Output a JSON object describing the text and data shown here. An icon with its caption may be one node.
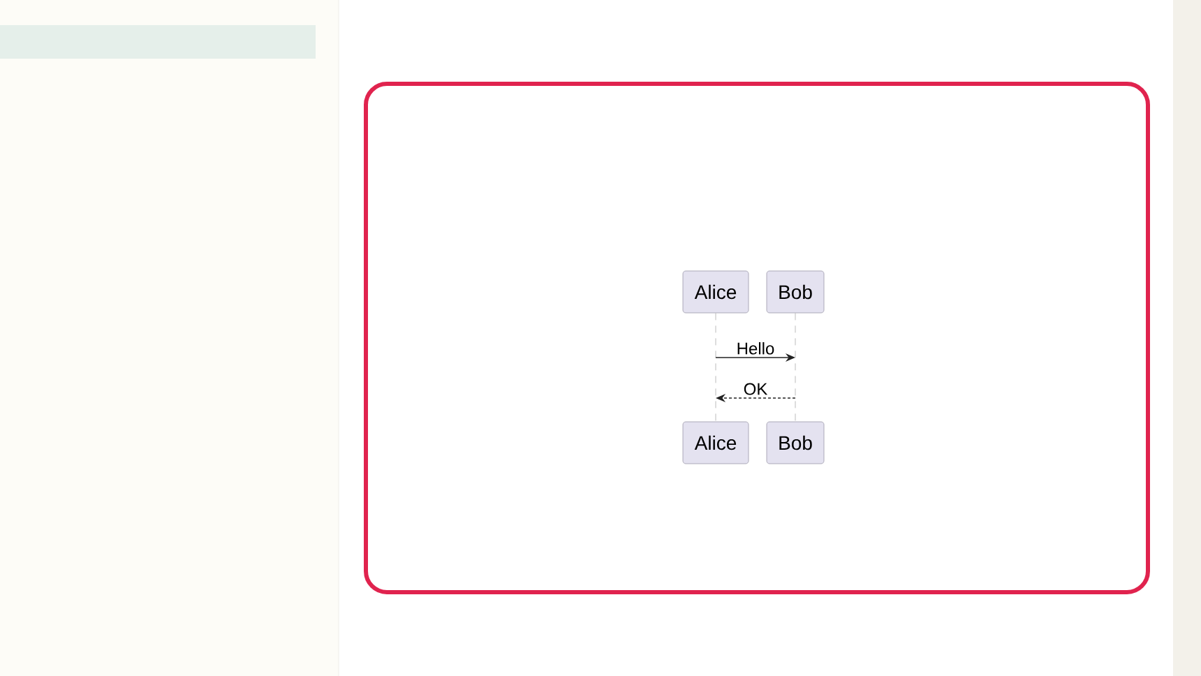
{
  "diagram": {
    "nodes": [
      {
        "text": [
          "Alice"
        ]
      },
      {
        "text": [
          "Bob"
        ]
      },
      {
        "text": [
          "Alice"
        ]
      },
      {
        "text": [
          "Bob"
        ]
      }
    ],
    "edges": [
      {
        "from": 0,
        "to": 2,
        "arrow": "none",
        "style": "dashed"
      },
      {
        "from": 1,
        "to": 3,
        "arrow": "none",
        "style": "dashed"
      }
    ],
    "labels": [
      "Hello",
      "OK"
    ]
  }
}
